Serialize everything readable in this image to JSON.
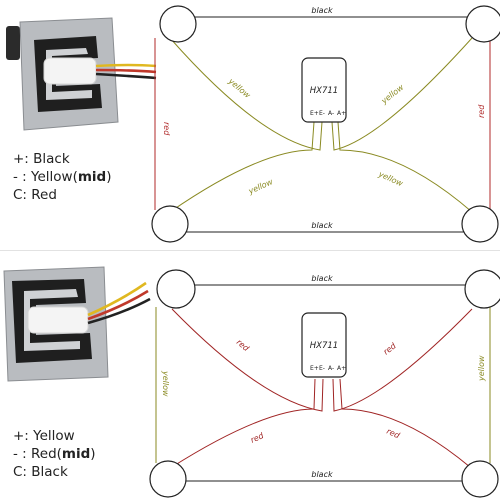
{
  "panels": [
    {
      "legend": {
        "plus": "+: Black",
        "minus_prefix": "- : Yellow(",
        "minus_mid": "mid",
        "minus_suffix": ")",
        "c": "C: Red"
      },
      "labels": {
        "top": "black",
        "bottom": "black",
        "left": "red",
        "right": "red",
        "upper_left": "yellow",
        "upper_right": "yellow",
        "lower_left": "yellow",
        "lower_right": "yellow"
      },
      "colors": {
        "top": "#222222",
        "bottom": "#222222",
        "left": "#b02a2a",
        "right": "#b02a2a",
        "cross": "#8a8a22"
      }
    },
    {
      "legend": {
        "plus": "+: Yellow",
        "minus_prefix": "- : Red(",
        "minus_mid": "mid",
        "minus_suffix": ")",
        "c": "C: Black"
      },
      "labels": {
        "top": "black",
        "bottom": "black",
        "left": "yellow",
        "right": "yellow",
        "upper_left": "red",
        "upper_right": "red",
        "lower_left": "red",
        "lower_right": "red"
      },
      "colors": {
        "top": "#222222",
        "bottom": "#222222",
        "left": "#8a8a22",
        "right": "#8a8a22",
        "cross": "#a02424"
      }
    }
  ],
  "hx711": {
    "title": "HX711",
    "pins": [
      "E+",
      "E-",
      "A-",
      "A+"
    ]
  },
  "wire_colors": {
    "black": "#222222",
    "red": "#c0392b",
    "yellow": "#e0b820",
    "white": "#f2f2f2"
  }
}
